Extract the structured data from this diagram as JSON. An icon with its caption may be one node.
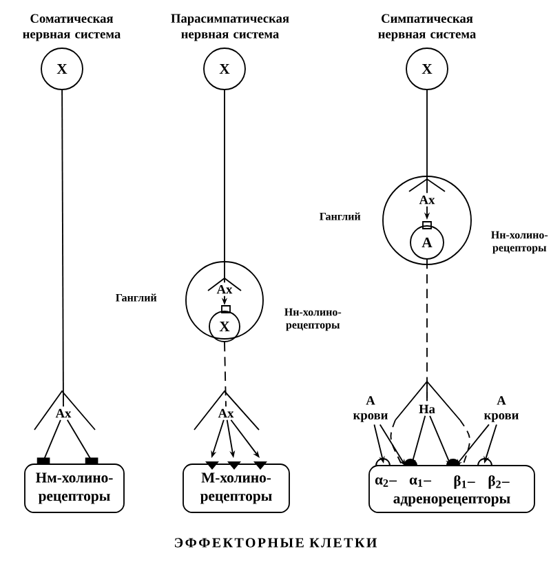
{
  "diagram": {
    "nodes": [
      {
        "text": [
          "X"
        ]
      },
      {
        "text": [
          "Ах"
        ]
      },
      {
        "text": [
          "Нм-холино-рецепторы"
        ]
      },
      {
        "text": [
          "X"
        ]
      },
      {
        "text": [],
        "shape": "circle",
        "beside": [
          "Ганглий",
          "Нн-холино-рецепторы"
        ]
      },
      {
        "text": [
          "Ах"
        ],
        "in": 4
      },
      {
        "text": [
          "X"
        ],
        "in": 4
      },
      {
        "text": [
          "Ах"
        ]
      },
      {
        "text": [
          "М-холино-рецепторы"
        ]
      },
      {
        "text": [
          "X"
        ]
      },
      {
        "text": [],
        "shape": "circle",
        "beside": [
          "Ганглий",
          "Нн-холино-рецепторы"
        ]
      },
      {
        "text": [
          "Ах"
        ],
        "in": 10
      },
      {
        "text": [
          "А"
        ],
        "in": 10
      },
      {
        "text": [
          "На"
        ]
      },
      {
        "text": [
          "А крови"
        ]
      },
      {
        "text": [
          "А крови"
        ]
      },
      {
        "text": [
          "α$_{2}$–",
          "α$_{1}$–",
          "β$_{1}$–",
          "β$_{2}$–",
          "адренорецепторы"
        ]
      }
    ],
    "edges": [
      {
        "from": 0,
        "to": 1,
        "arrow": "none"
      },
      {
        "from": 1,
        "to": 2,
        "arrow": "other"
      },
      {
        "from": 1,
        "to": 2,
        "arrow": "other"
      },
      {
        "from": 3,
        "to": 5,
        "arrow": "none"
      },
      {
        "from": 5,
        "to": 6,
        "arrow": "to"
      },
      {
        "from": 6,
        "to": 7,
        "arrow": "none",
        "style": "dashed"
      },
      {
        "from": 7,
        "to": 8,
        "arrow": "to"
      },
      {
        "from": 7,
        "to": 8,
        "arrow": "to"
      },
      {
        "from": 7,
        "to": 8,
        "arrow": "to"
      },
      {
        "from": 9,
        "to": 11,
        "arrow": "none"
      },
      {
        "from": 11,
        "to": 12,
        "arrow": "to"
      },
      {
        "from": 12,
        "to": 13,
        "arrow": "none",
        "style": "dashed"
      },
      {
        "from": 13,
        "to": 16,
        "arrow": "to"
      },
      {
        "from": 13,
        "to": 16,
        "arrow": "to"
      },
      {
        "from": 14,
        "to": 16,
        "arrow": "to"
      },
      {
        "from": 14,
        "to": 16,
        "arrow": "to"
      },
      {
        "from": 15,
        "to": 16,
        "arrow": "to"
      },
      {
        "from": 15,
        "to": 16,
        "arrow": "to"
      }
    ],
    "labels": [
      "Соматическая нервная система",
      "Парасимпатическая нервная система",
      "Симпатическая нервная система",
      "ЭФФЕКТОРНЫЕ КЛЕТКИ"
    ]
  }
}
